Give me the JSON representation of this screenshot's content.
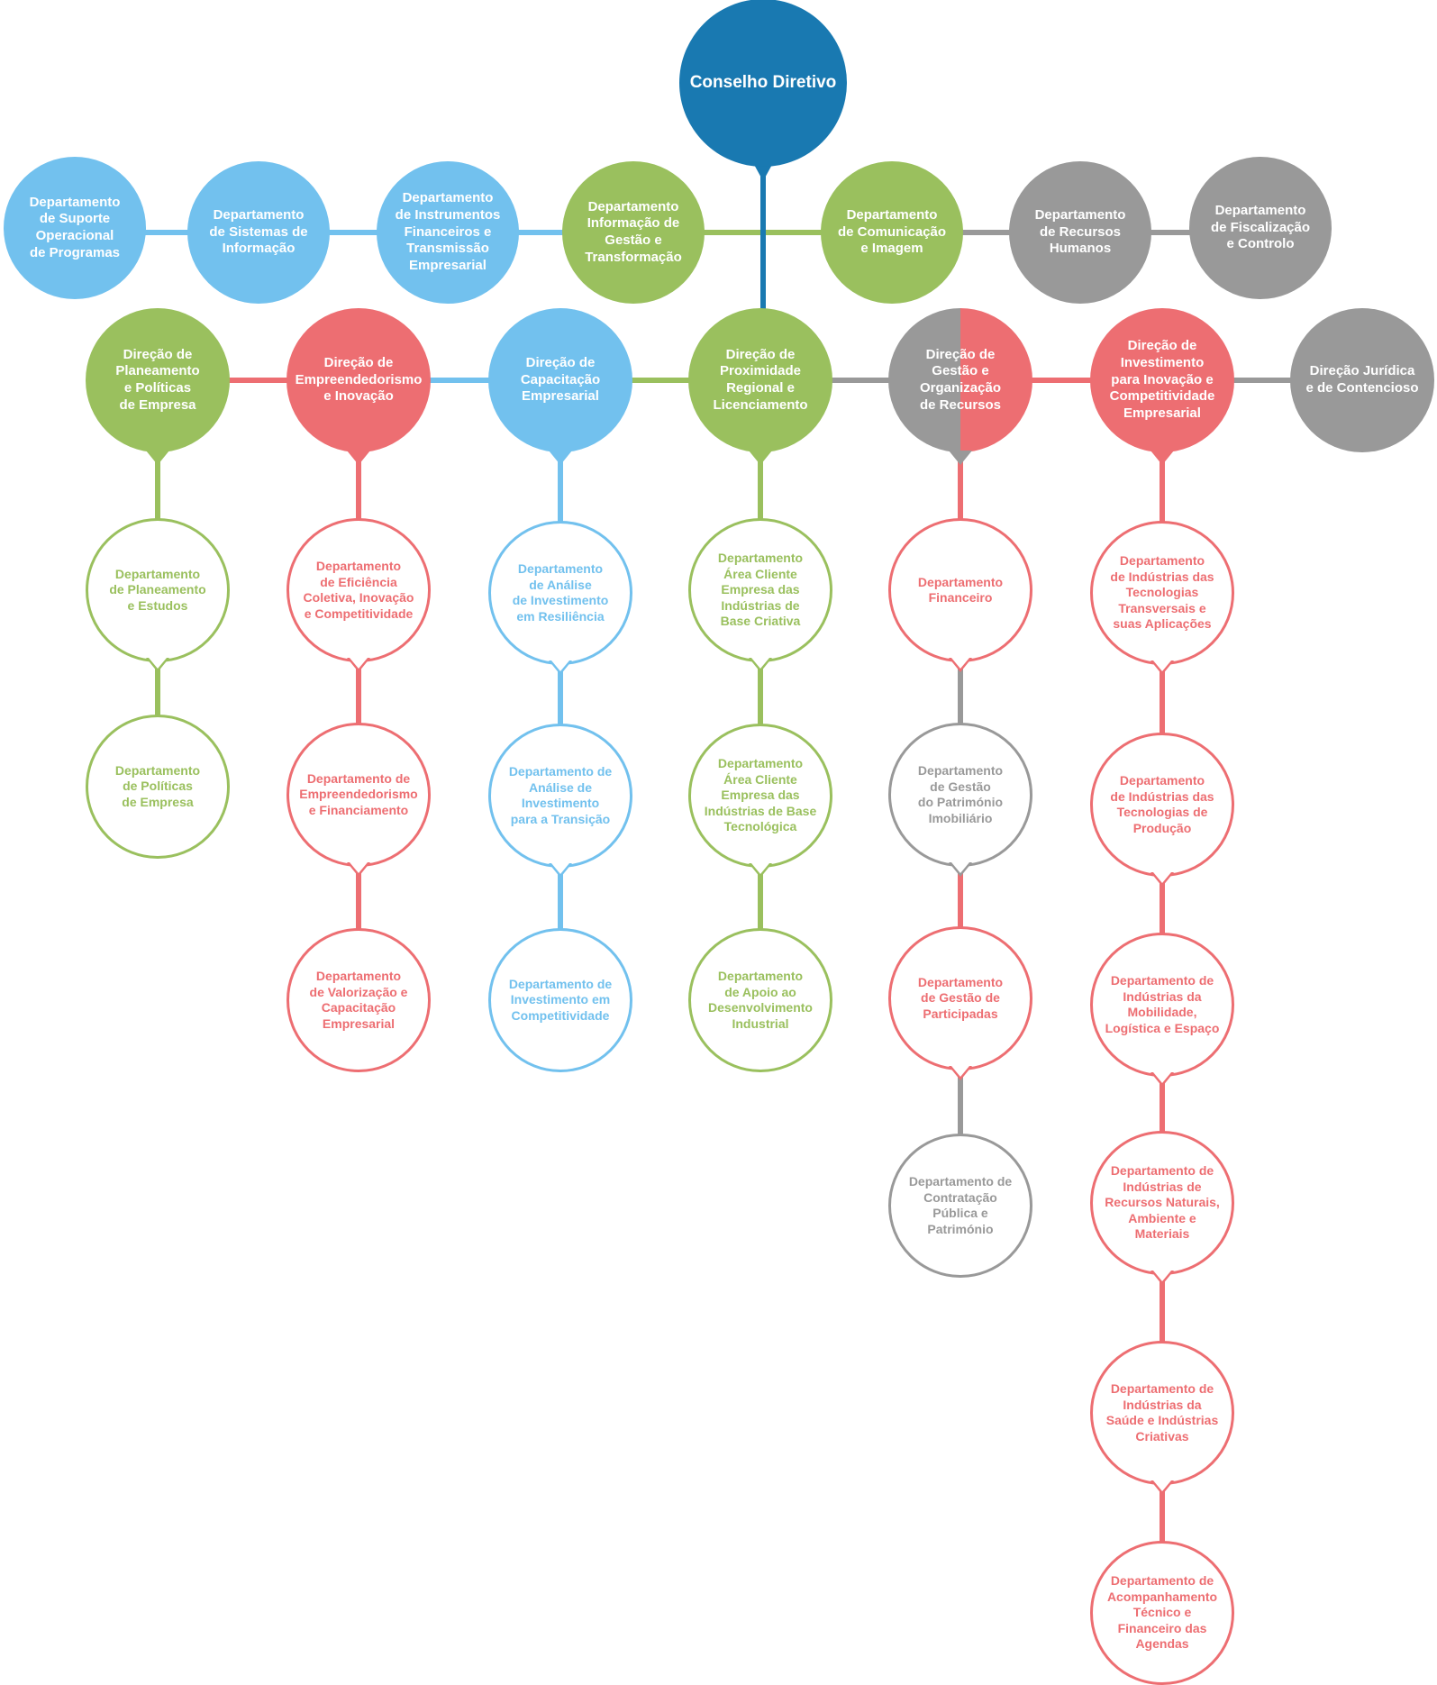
{
  "colors": {
    "blue": "#72c1ee",
    "green": "#9ac05e",
    "red": "#ed6e72",
    "gray": "#999999",
    "navy": "#1979b1"
  },
  "board": {
    "label": "Conselho Diretivo",
    "color": "navy"
  },
  "row1": [
    {
      "id": "d-suporte",
      "label": "Departamento\nde Suporte\nOperacional\nde Programas",
      "color": "blue"
    },
    {
      "id": "d-sistemas",
      "label": "Departamento\nde Sistemas de\nInformação",
      "color": "blue"
    },
    {
      "id": "d-instrumentos",
      "label": "Departamento\nde Instrumentos\nFinanceiros e\nTransmissão\nEmpresarial",
      "color": "blue"
    },
    {
      "id": "d-informacao",
      "label": "Departamento\nInformação de\nGestão e\nTransformação",
      "color": "green"
    },
    {
      "id": "d-comunicacao",
      "label": "Departamento\nde Comunicação\ne Imagem",
      "color": "green"
    },
    {
      "id": "d-rh",
      "label": "Departamento\nde Recursos\nHumanos",
      "color": "gray"
    },
    {
      "id": "d-fiscalizacao",
      "label": "Departamento\nde Fiscalização\ne Controlo",
      "color": "gray"
    }
  ],
  "row2": [
    {
      "id": "dir-planeamento",
      "label": "Direção de\nPlaneamento\ne Políticas\nde Empresa",
      "color": "green",
      "children": [
        {
          "label": "Departamento\nde Planeamento\ne Estudos",
          "color": "green"
        },
        {
          "label": "Departamento\nde Políticas\nde Empresa",
          "color": "green"
        }
      ]
    },
    {
      "id": "dir-empreendedorismo",
      "label": "Direção de\nEmpreendedorismo\ne Inovação",
      "color": "red",
      "children": [
        {
          "label": "Departamento\nde Eficiência\nColetiva, Inovação\ne Competitividade",
          "color": "red"
        },
        {
          "label": "Departamento de\nEmpreendedorismo\ne Financiamento",
          "color": "red"
        },
        {
          "label": "Departamento\nde Valorização e\nCapacitação\nEmpresarial",
          "color": "red"
        }
      ]
    },
    {
      "id": "dir-capacitacao",
      "label": "Direção de\nCapacitação\nEmpresarial",
      "color": "blue",
      "children": [
        {
          "label": "Departamento\nde Análise\nde Investimento\nem Resiliência",
          "color": "blue"
        },
        {
          "label": "Departamento de\nAnálise de\nInvestimento\npara a Transição",
          "color": "blue"
        },
        {
          "label": "Departamento de\nInvestimento  em\nCompetitividade",
          "color": "blue"
        }
      ]
    },
    {
      "id": "dir-proximidade",
      "label": "Direção de\nProximidade\nRegional e\nLicenciamento",
      "color": "green",
      "children": [
        {
          "label": "Departamento\nÁrea Cliente\nEmpresa das\nIndústrias de\nBase Criativa",
          "color": "green"
        },
        {
          "label": "Departamento\nÁrea Cliente\nEmpresa das\nIndústrias de Base\nTecnológica",
          "color": "green"
        },
        {
          "label": "Departamento\nde Apoio ao\nDesenvolvimento\nIndustrial",
          "color": "green"
        }
      ]
    },
    {
      "id": "dir-gestao",
      "label": "Direção de\nGestão e\nOrganização\nde Recursos",
      "color": "gray",
      "color2": "red",
      "children": [
        {
          "label": "Departamento\nFinanceiro",
          "color": "red"
        },
        {
          "label": "Departamento\nde Gestão\ndo Património\nImobiliário",
          "color": "gray"
        },
        {
          "label": "Departamento\nde Gestão de\nParticipadas",
          "color": "red"
        },
        {
          "label": "Departamento de\nContratação\nPública e\nPatrimónio",
          "color": "gray"
        }
      ]
    },
    {
      "id": "dir-investimento",
      "label": "Direção de\nInvestimento\npara Inovação e\nCompetitividade\nEmpresarial",
      "color": "red",
      "children": [
        {
          "label": "Departamento\nde Indústrias das\nTecnologias\nTransversais e\nsuas Aplicações",
          "color": "red"
        },
        {
          "label": "Departamento\nde Indústrias das\nTecnologias de\nProdução",
          "color": "red"
        },
        {
          "label": "Departamento de\nIndústrias da\nMobilidade,\nLogística e Espaço",
          "color": "red"
        },
        {
          "label": "Departamento de\nIndústrias de\nRecursos Naturais,\nAmbiente e\nMateriais",
          "color": "red"
        },
        {
          "label": "Departamento de\nIndústrias da\nSaúde e Indústrias\nCriativas",
          "color": "red"
        },
        {
          "label": "Departamento de\nAcompanhamento\nTécnico e\nFinanceiro das\nAgendas",
          "color": "red"
        }
      ]
    },
    {
      "id": "dir-juridica",
      "label": "Direção Jurídica\ne de Contencioso",
      "color": "gray"
    }
  ]
}
